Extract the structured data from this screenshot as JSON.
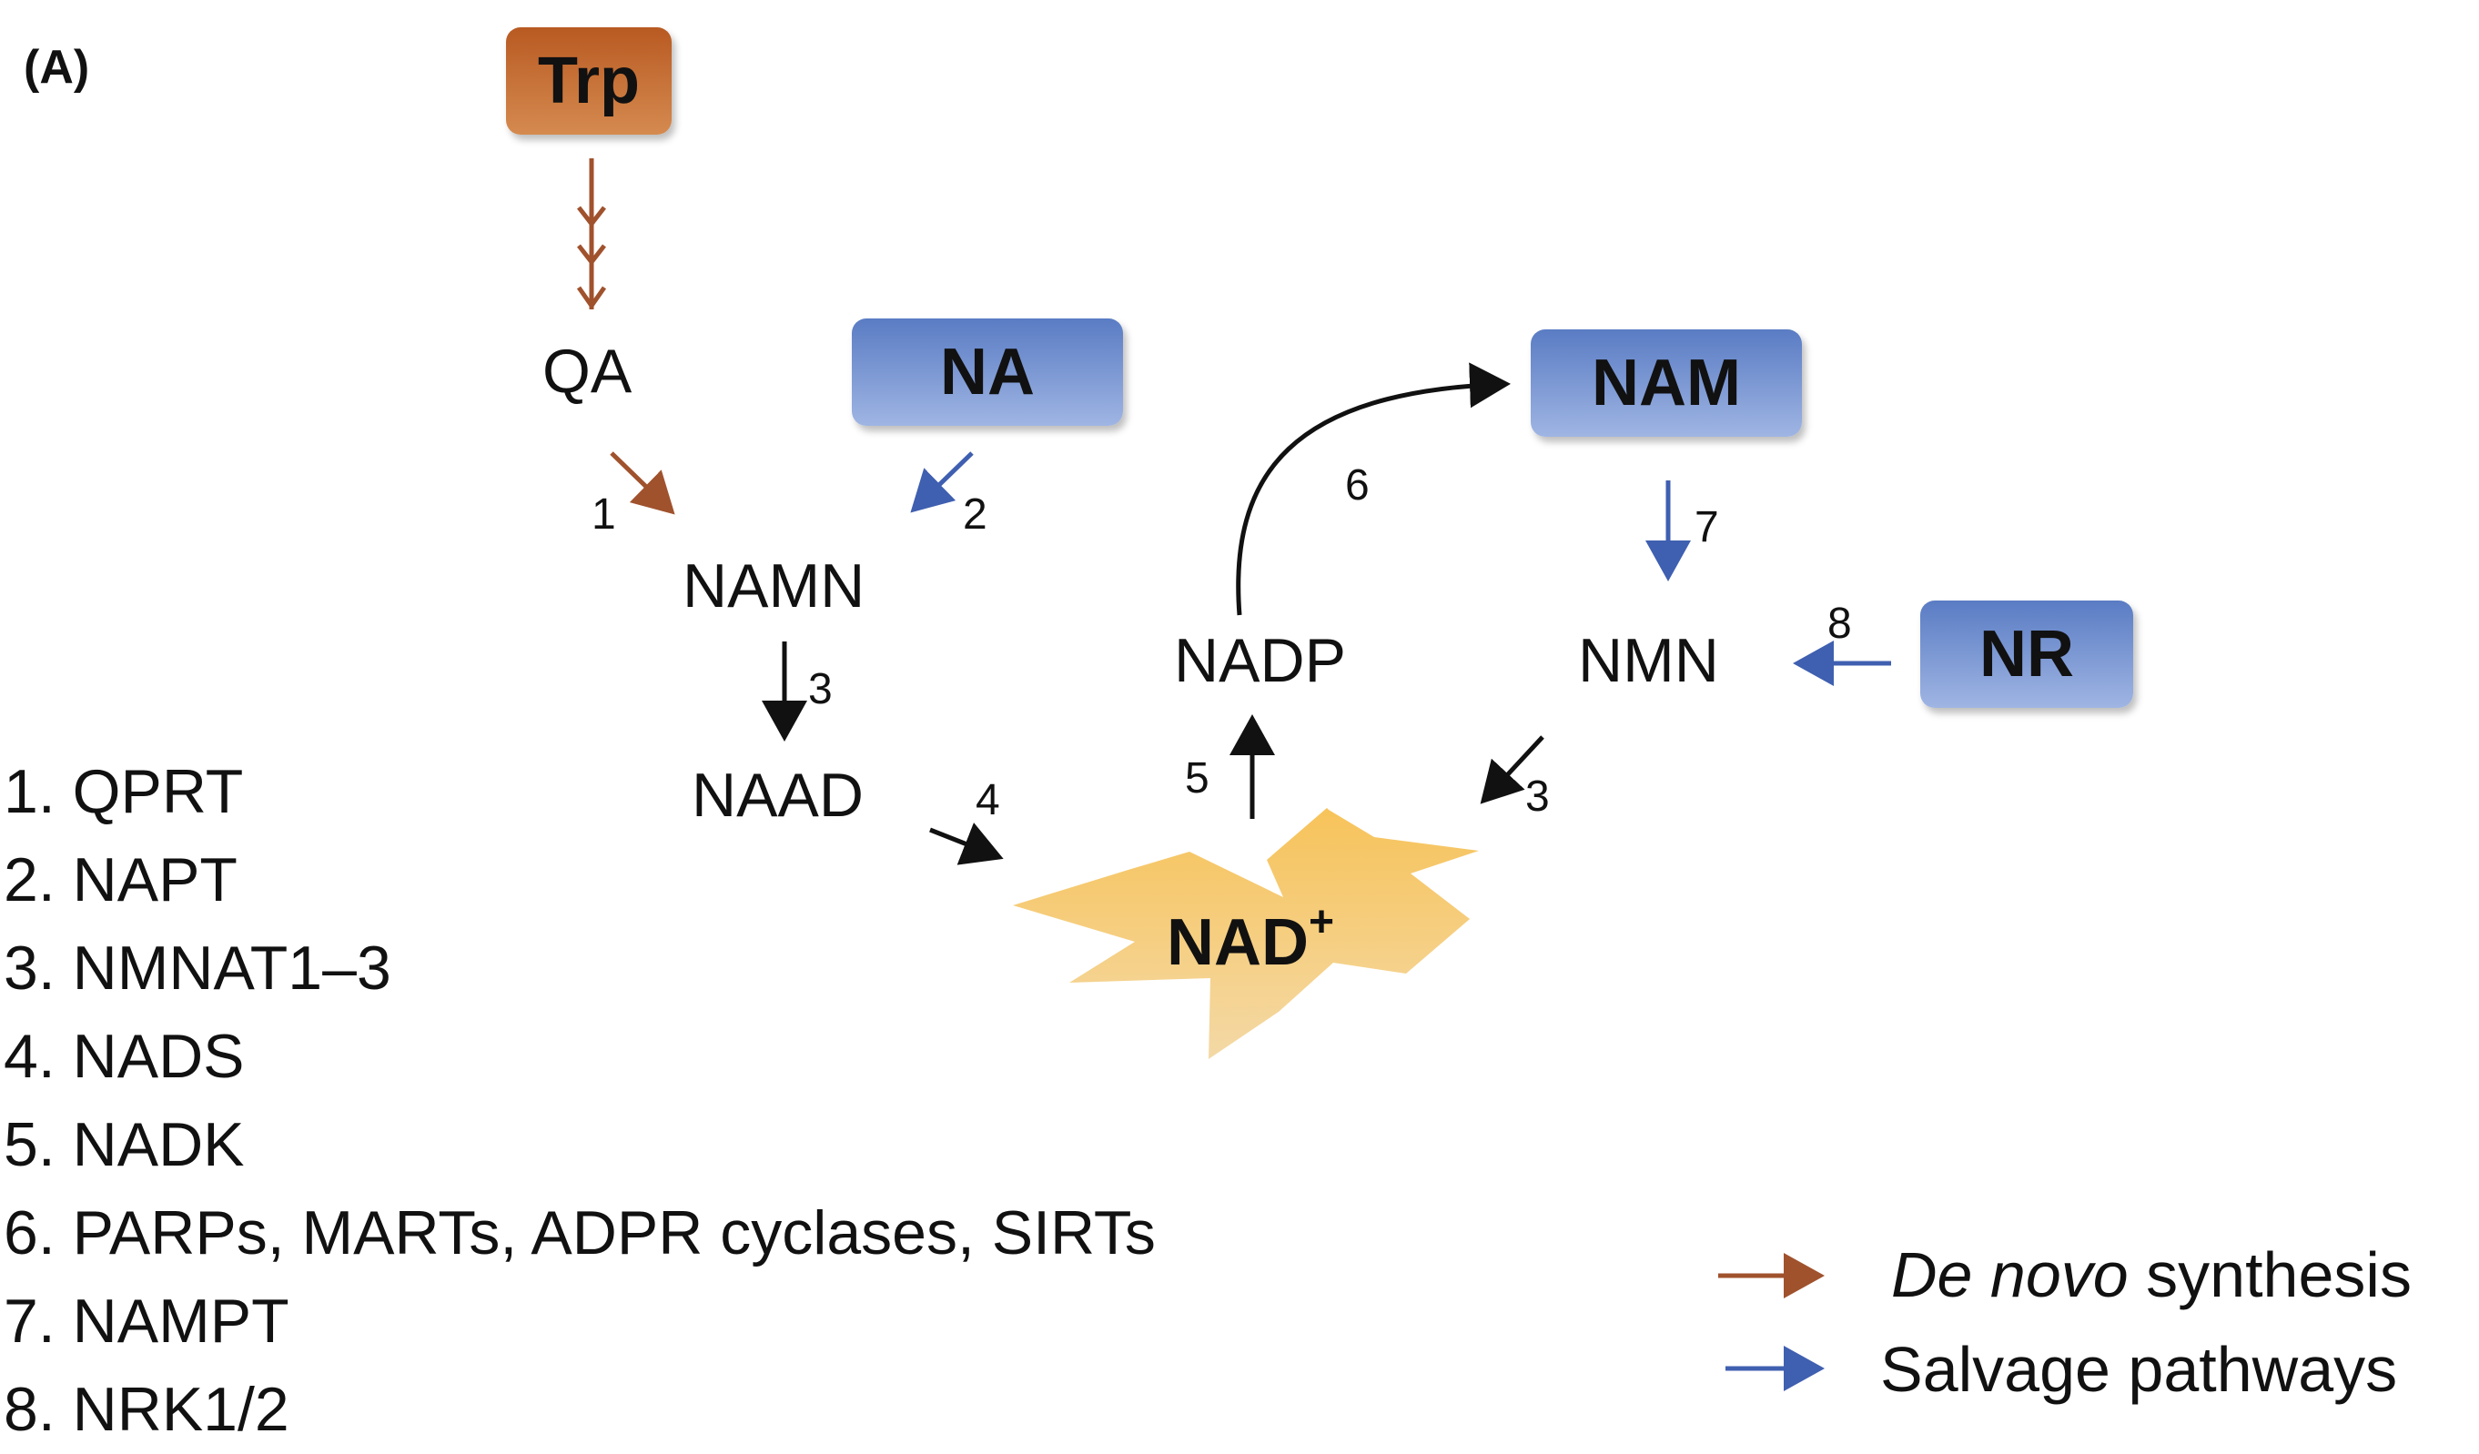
{
  "panel_label": "(A)",
  "sources": {
    "trp": "Trp",
    "na": "NA",
    "nam": "NAM",
    "nr": "NR"
  },
  "metabolites": {
    "qa": "QA",
    "namn": "NAMN",
    "naad": "NAAD",
    "nadp": "NADP",
    "nmn": "NMN",
    "nad_base": "NAD",
    "nad_sup": "+"
  },
  "step_numbers": {
    "s1": "1",
    "s2": "2",
    "s3a": "3",
    "s4": "4",
    "s5": "5",
    "s6": "6",
    "s7": "7",
    "s8": "8",
    "s3b": "3"
  },
  "enzymes": [
    "1. QPRT",
    "2. NAPT",
    "3. NMNAT1–3",
    "4. NADS",
    "5. NADK",
    "6. PARPs, MARTs, ADPR cyclases, SIRTs",
    "7. NAMPT",
    "8. NRK1/2"
  ],
  "legend": {
    "denovo_italic": "De novo",
    "denovo_rest": " synthesis",
    "salvage": "Salvage pathways"
  },
  "colors": {
    "denovo": "#a0522d",
    "salvage": "#3f5fb0",
    "reaction": "#111111",
    "nad_star": "#f0b440",
    "trp_box": "#c46a30",
    "salvage_box": "#7d98d4"
  }
}
